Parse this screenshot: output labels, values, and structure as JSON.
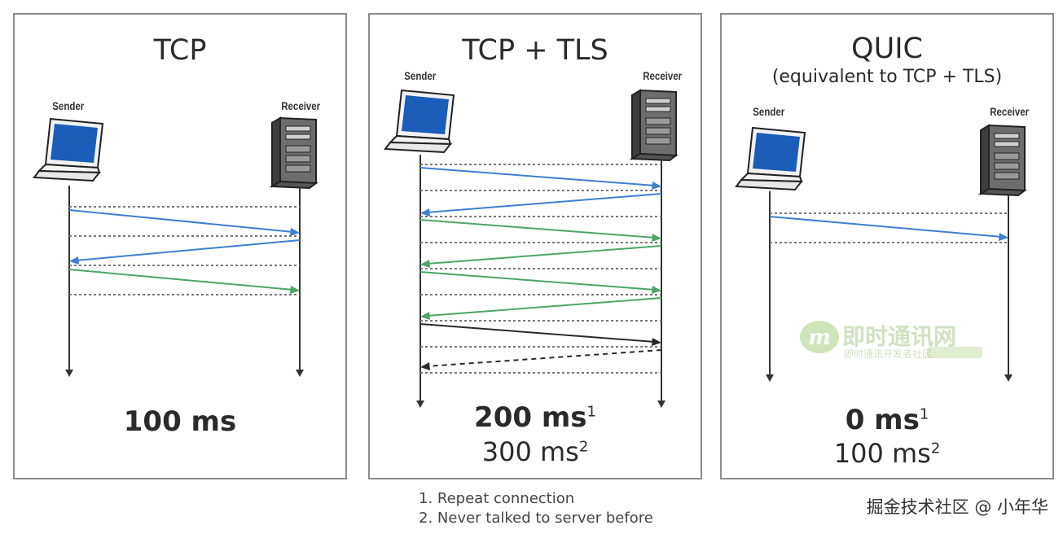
{
  "panels": [
    {
      "title": "TCP",
      "subtitle": "",
      "sender_label": "Sender",
      "receiver_label": "Receiver",
      "timing_primary": "100 ms",
      "timing_primary_sup": "",
      "timing_secondary": "",
      "timing_secondary_sup": "",
      "messages": [
        {
          "direction": "to-receiver",
          "color": "blue",
          "style": "solid"
        },
        {
          "direction": "to-sender",
          "color": "blue",
          "style": "solid"
        },
        {
          "direction": "to-receiver",
          "color": "green",
          "style": "solid"
        }
      ]
    },
    {
      "title": "TCP + TLS",
      "subtitle": "",
      "sender_label": "Sender",
      "receiver_label": "Receiver",
      "timing_primary": "200 ms",
      "timing_primary_sup": "1",
      "timing_secondary": "300 ms",
      "timing_secondary_sup": "2",
      "messages": [
        {
          "direction": "to-receiver",
          "color": "blue",
          "style": "solid"
        },
        {
          "direction": "to-sender",
          "color": "blue",
          "style": "solid"
        },
        {
          "direction": "to-receiver",
          "color": "green",
          "style": "solid"
        },
        {
          "direction": "to-sender",
          "color": "green",
          "style": "solid"
        },
        {
          "direction": "to-receiver",
          "color": "green",
          "style": "solid"
        },
        {
          "direction": "to-sender",
          "color": "green",
          "style": "solid"
        },
        {
          "direction": "to-receiver",
          "color": "black",
          "style": "solid"
        },
        {
          "direction": "to-sender",
          "color": "black",
          "style": "dashed"
        }
      ]
    },
    {
      "title": "QUIC",
      "subtitle": "(equivalent to TCP + TLS)",
      "sender_label": "Sender",
      "receiver_label": "Receiver",
      "timing_primary": "0 ms",
      "timing_primary_sup": "1",
      "timing_secondary": "100 ms",
      "timing_secondary_sup": "2",
      "messages": [
        {
          "direction": "to-receiver",
          "color": "blue",
          "style": "solid"
        }
      ]
    }
  ],
  "footnotes": [
    "1. Repeat connection",
    "2. Never talked to server before"
  ],
  "watermark": {
    "brand": "即时通讯网",
    "tagline": "即时通讯开发者社区",
    "logo_letter": "m"
  },
  "credit": "掘金技术社区 @ 小年华",
  "colors": {
    "blue": "#3d7fd0",
    "green": "#4da566",
    "black": "#2a2a2a",
    "border": "#8c8c8c",
    "screen": "#1b5db8"
  }
}
